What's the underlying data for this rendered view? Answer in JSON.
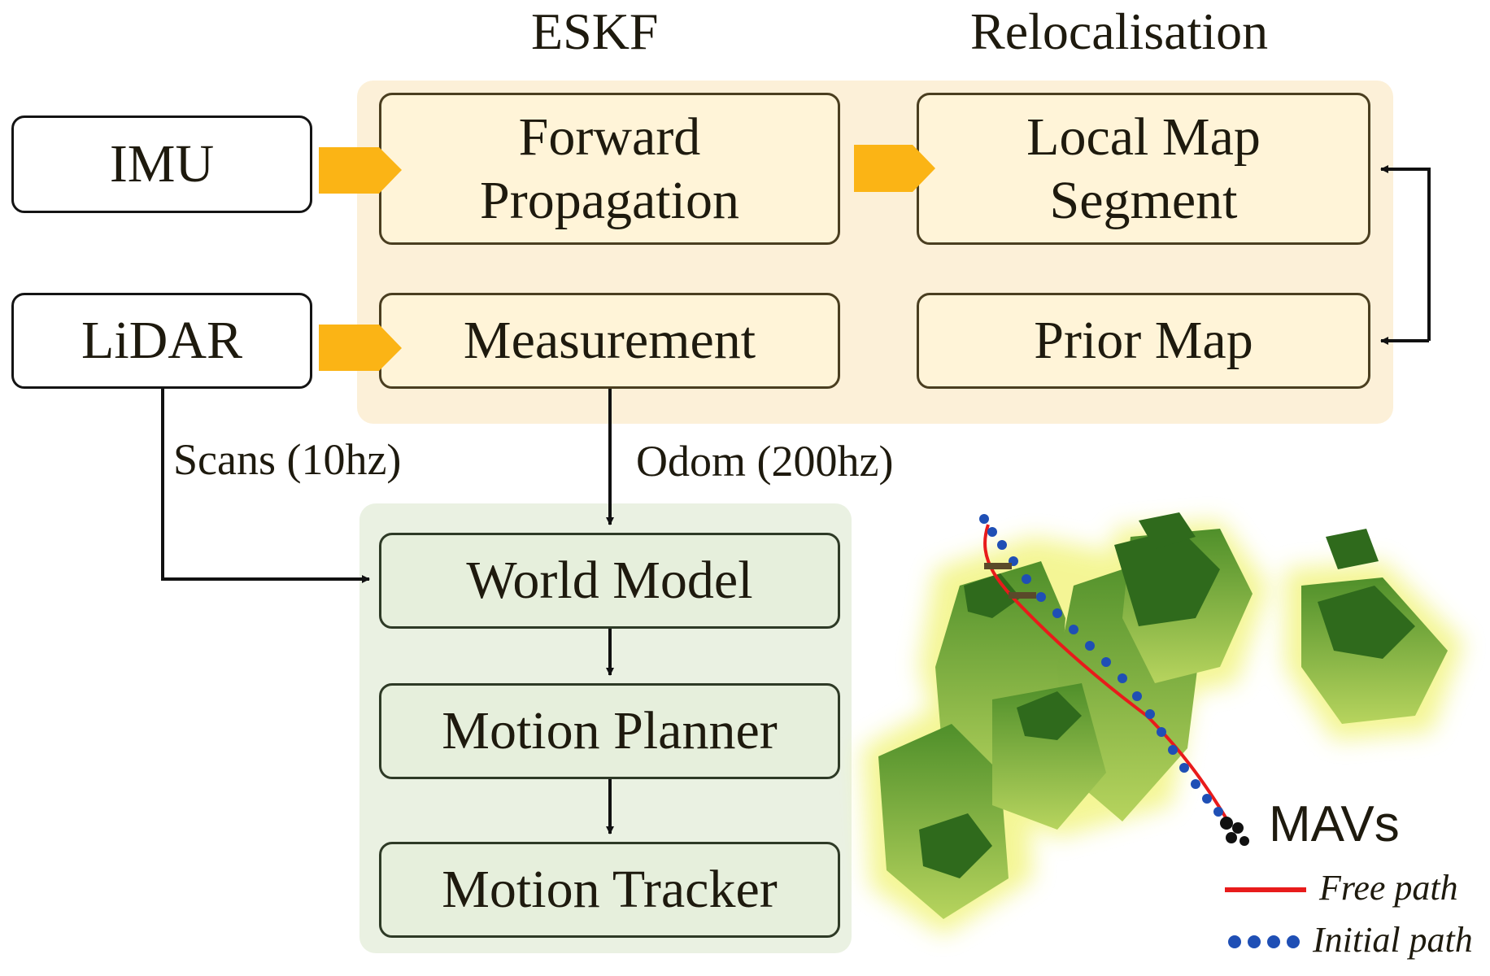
{
  "headers": {
    "eskf": "ESKF",
    "relocalisation": "Relocalisation"
  },
  "sensors": {
    "imu": "IMU",
    "lidar": "LiDAR"
  },
  "eskf_blocks": {
    "forward_propagation": "Forward\nPropagation",
    "measurement": "Measurement"
  },
  "relocalisation_blocks": {
    "local_map_segment": "Local Map\nSegment",
    "prior_map": "Prior Map"
  },
  "pipeline": {
    "world_model": "World Model",
    "motion_planner": "Motion Planner",
    "motion_tracker": "Motion Tracker"
  },
  "edges": {
    "scans": "Scans (10hz)",
    "odom": "Odom (200hz)"
  },
  "scene": {
    "mavs_label": "MAVs",
    "legend": {
      "free_path": "Free path",
      "initial_path": "Initial path"
    }
  },
  "colors": {
    "eskf_panel": "#fcf0d8",
    "pipeline_panel": "#eaf1e2",
    "flow_arrow": "#fbb415",
    "free_path": "#e81b1b",
    "initial_path": "#1f4fb5",
    "foliage_dark": "#2f6a1c",
    "foliage_light": "#a7c957",
    "glow": "#f3f58a"
  }
}
